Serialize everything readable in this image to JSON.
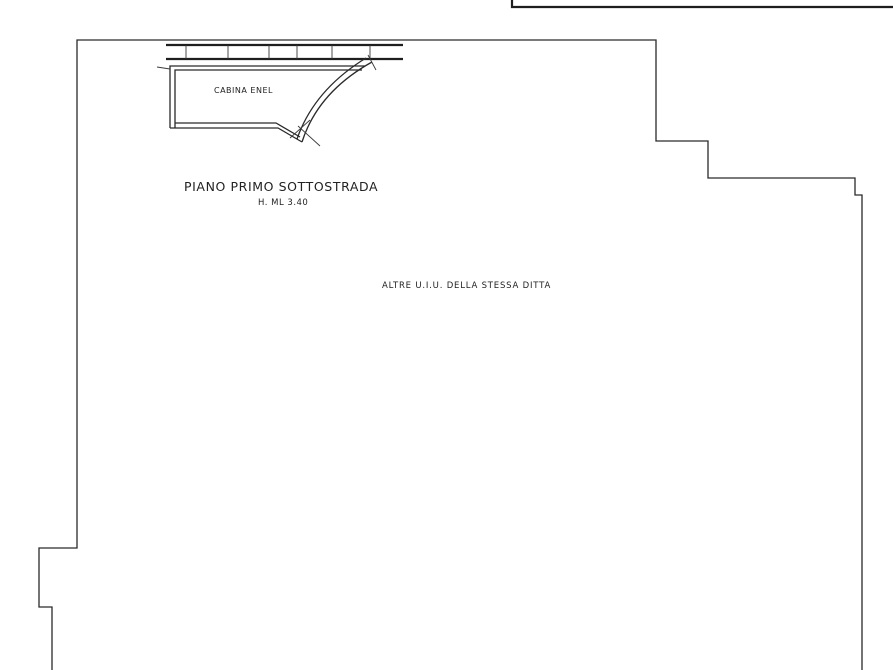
{
  "labels": {
    "cabin": "CABINA ENEL",
    "floor_title": "PIANO PRIMO SOTTOSTRADA",
    "floor_height": "H. ML 3.40",
    "note": "ALTRE U.I.U. DELLA STESSA DITTA"
  }
}
